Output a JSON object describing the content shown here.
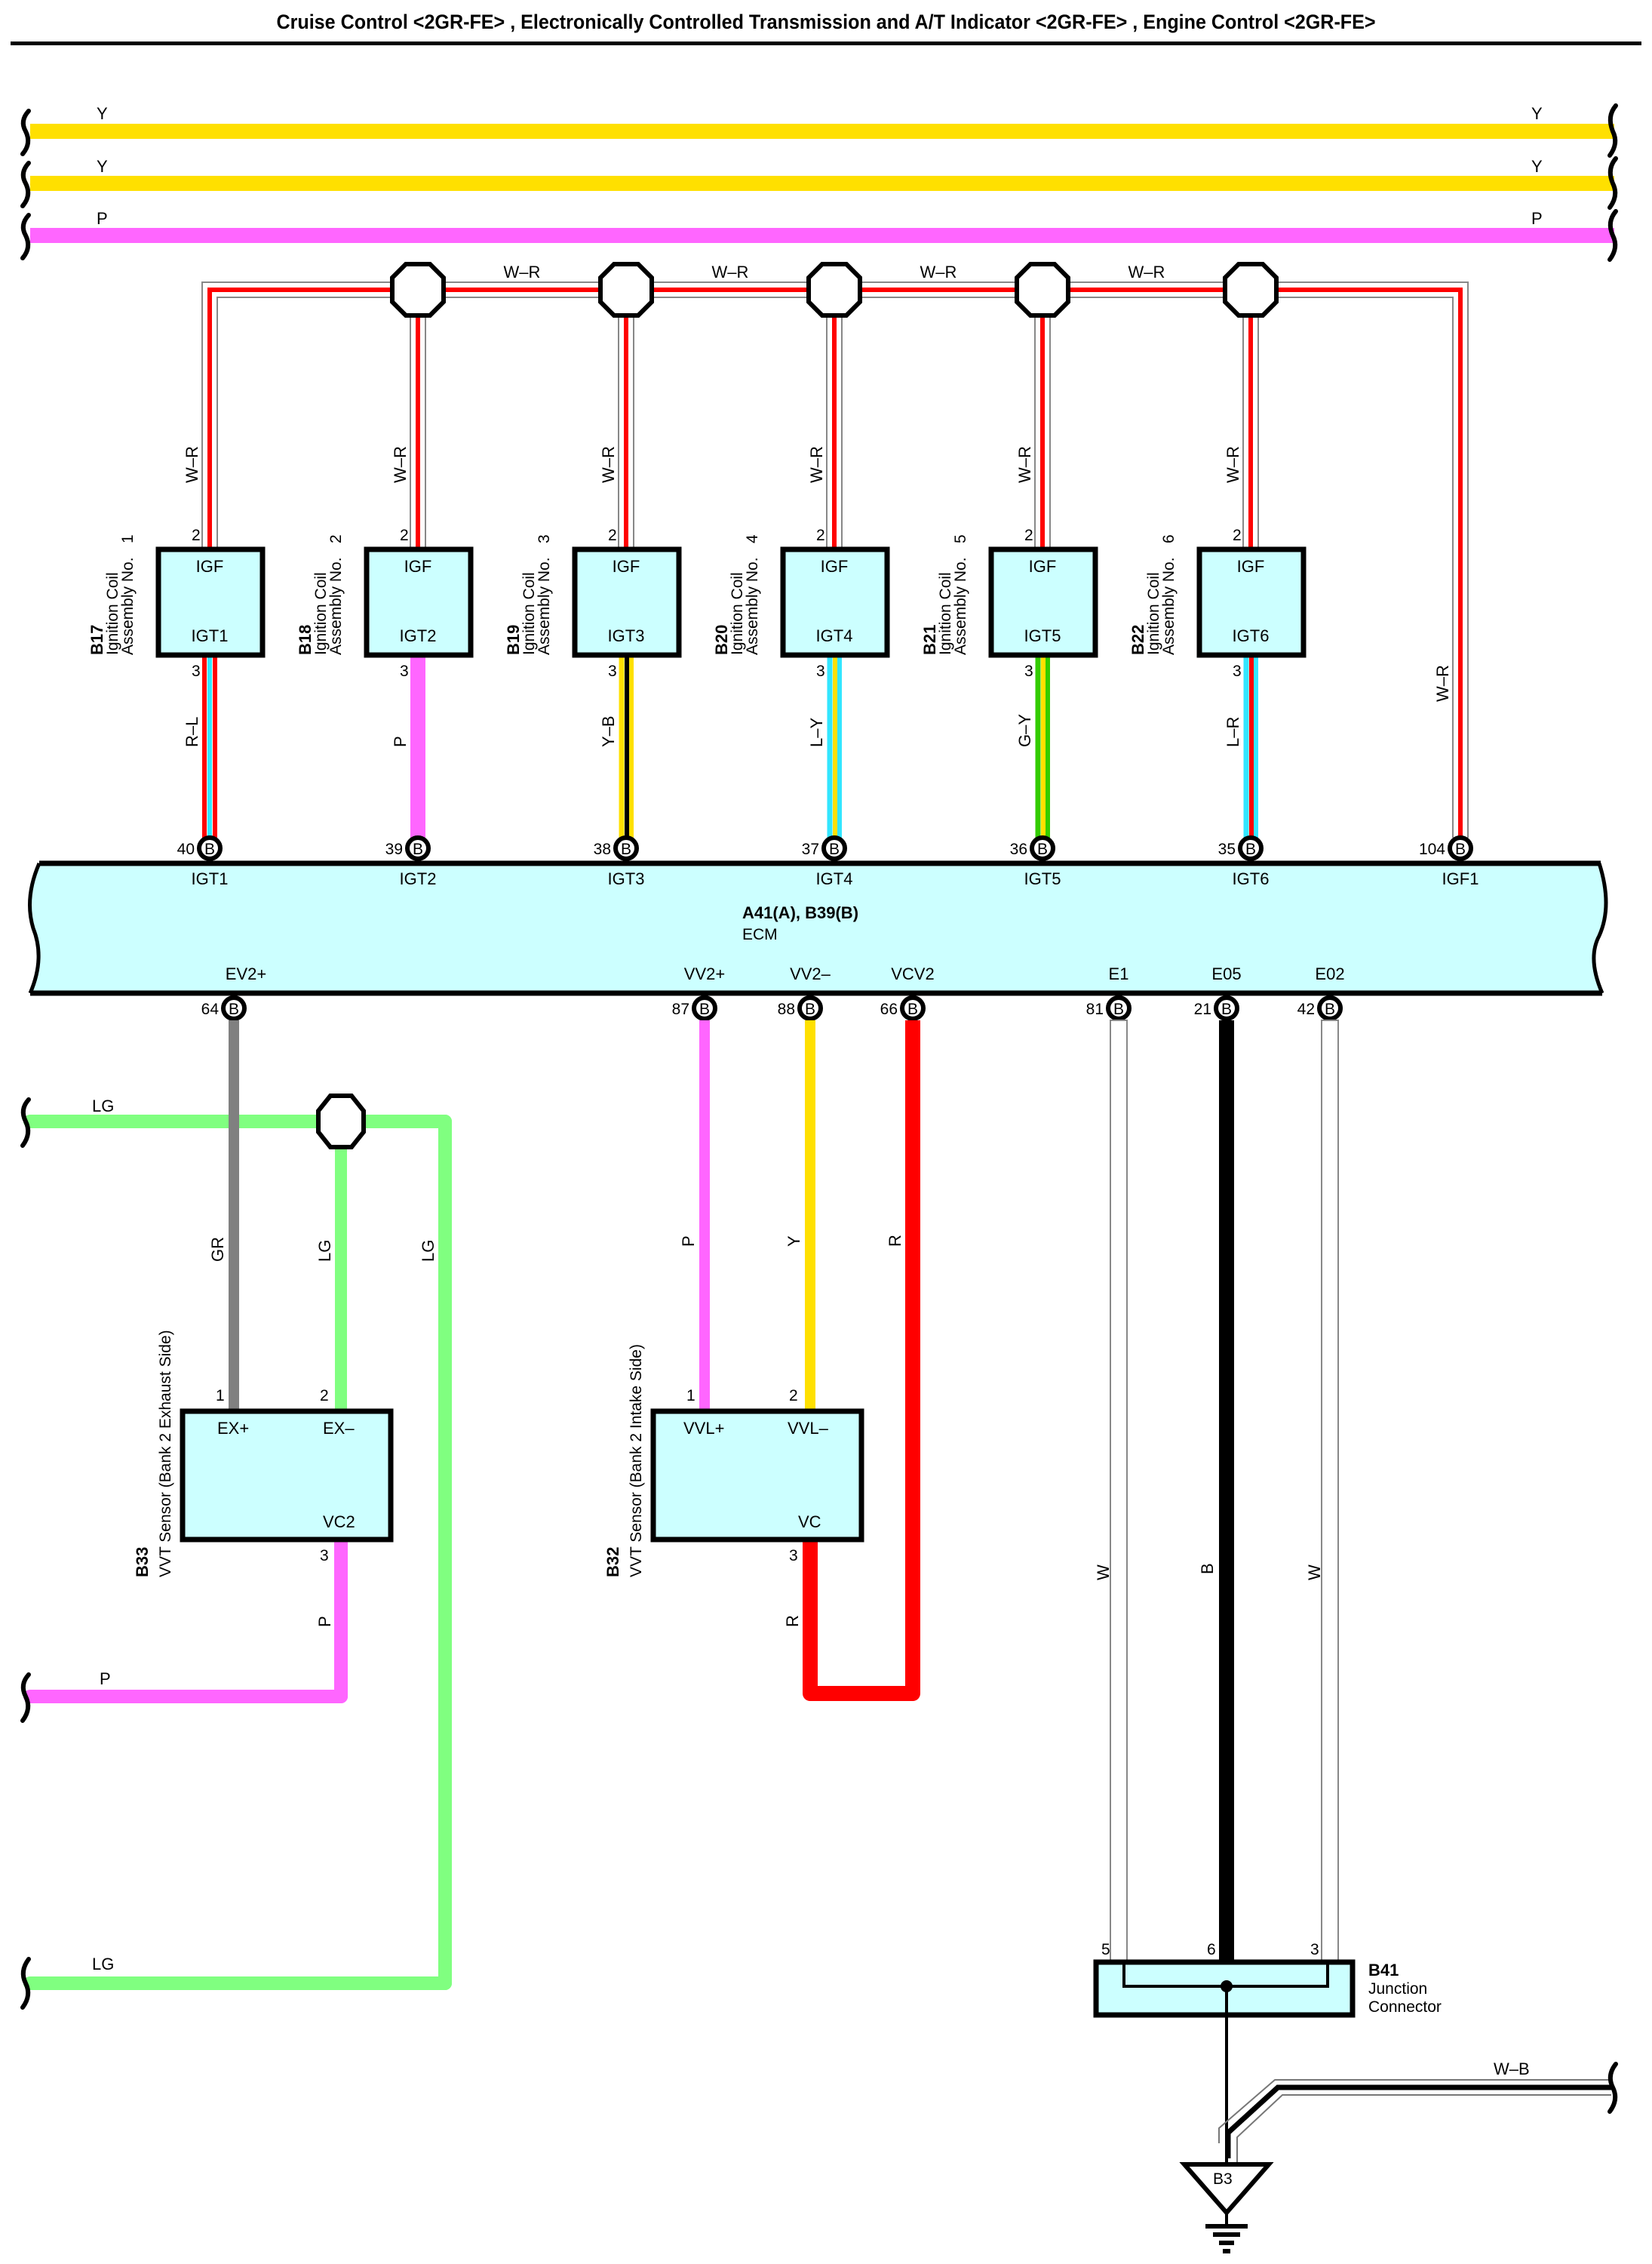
{
  "page": {
    "title": "Cruise Control <2GR-FE> , Electronically Controlled Transmission and A/T Indicator <2GR-FE> , Engine Control <2GR-FE>"
  },
  "colors": {
    "Y": "#ffe000",
    "P": "#ff66ff",
    "R": "#ff0000",
    "W": "#ffffff",
    "B": "#000000",
    "L": "#33e6ff",
    "G": "#33cc00",
    "LG": "#80ff80",
    "GR": "#808080",
    "component_fill": "#ccffff"
  },
  "bus_wires": [
    {
      "color_code": "Y",
      "label_left": "Y",
      "label_right": "Y"
    },
    {
      "color_code": "Y",
      "label_left": "Y",
      "label_right": "Y"
    },
    {
      "color_code": "P",
      "label_left": "P",
      "label_right": "P"
    }
  ],
  "igf_bus": {
    "segment_labels": [
      "W–R",
      "W–R",
      "W–R",
      "W–R"
    ],
    "return_label": "W–R"
  },
  "ignition_coils": [
    {
      "code": "B17",
      "name_line1": "Ignition Coil",
      "name_line2": "Assembly No.",
      "number": "1",
      "top_pin": "2",
      "top_wire": "W–R",
      "top_label": "IGF",
      "bottom_label": "IGT1",
      "bottom_pin": "3",
      "bottom_wire": "R–L",
      "ecm_pin": "40",
      "ecm_conn": "B",
      "ecm_terminal": "IGT1"
    },
    {
      "code": "B18",
      "name_line1": "Ignition Coil",
      "name_line2": "Assembly No.",
      "number": "2",
      "top_pin": "2",
      "top_wire": "W–R",
      "top_label": "IGF",
      "bottom_label": "IGT2",
      "bottom_pin": "3",
      "bottom_wire": "P",
      "ecm_pin": "39",
      "ecm_conn": "B",
      "ecm_terminal": "IGT2"
    },
    {
      "code": "B19",
      "name_line1": "Ignition Coil",
      "name_line2": "Assembly No.",
      "number": "3",
      "top_pin": "2",
      "top_wire": "W–R",
      "top_label": "IGF",
      "bottom_label": "IGT3",
      "bottom_pin": "3",
      "bottom_wire": "Y–B",
      "ecm_pin": "38",
      "ecm_conn": "B",
      "ecm_terminal": "IGT3"
    },
    {
      "code": "B20",
      "name_line1": "Ignition Coil",
      "name_line2": "Assembly No.",
      "number": "4",
      "top_pin": "2",
      "top_wire": "W–R",
      "top_label": "IGF",
      "bottom_label": "IGT4",
      "bottom_pin": "3",
      "bottom_wire": "L–Y",
      "ecm_pin": "37",
      "ecm_conn": "B",
      "ecm_terminal": "IGT4"
    },
    {
      "code": "B21",
      "name_line1": "Ignition Coil",
      "name_line2": "Assembly No.",
      "number": "5",
      "top_pin": "2",
      "top_wire": "W–R",
      "top_label": "IGF",
      "bottom_label": "IGT5",
      "bottom_pin": "3",
      "bottom_wire": "G–Y",
      "ecm_pin": "36",
      "ecm_conn": "B",
      "ecm_terminal": "IGT5"
    },
    {
      "code": "B22",
      "name_line1": "Ignition Coil",
      "name_line2": "Assembly No.",
      "number": "6",
      "top_pin": "2",
      "top_wire": "W–R",
      "top_label": "IGF",
      "bottom_label": "IGT6",
      "bottom_pin": "3",
      "bottom_wire": "L–R",
      "ecm_pin": "35",
      "ecm_conn": "B",
      "ecm_terminal": "IGT6"
    }
  ],
  "ecm": {
    "code": "A41(A), B39(B)",
    "name": "ECM",
    "igf_pin": {
      "pin": "104",
      "conn": "B",
      "terminal": "IGF1",
      "wire": "W–R"
    },
    "bottom_pins": [
      {
        "pin": "64",
        "conn": "B",
        "terminal": "EV2+",
        "wire": "GR"
      },
      {
        "pin": "87",
        "conn": "B",
        "terminal": "VV2+",
        "wire": "P"
      },
      {
        "pin": "88",
        "conn": "B",
        "terminal": "VV2–",
        "wire": "Y"
      },
      {
        "pin": "66",
        "conn": "B",
        "terminal": "VCV2",
        "wire": "R"
      },
      {
        "pin": "81",
        "conn": "B",
        "terminal": "E1",
        "wire": "W"
      },
      {
        "pin": "21",
        "conn": "B",
        "terminal": "E05",
        "wire": "B"
      },
      {
        "pin": "42",
        "conn": "B",
        "terminal": "E02",
        "wire": "W"
      }
    ]
  },
  "vvt_exhaust": {
    "code": "B33",
    "name": "VVT Sensor (Bank 2 Exhaust Side)",
    "pins": [
      {
        "pin": "1",
        "label": "EX+",
        "wire": "GR"
      },
      {
        "pin": "2",
        "label": "EX–",
        "wire": "LG"
      },
      {
        "pin": "3",
        "label": "VC2",
        "wire": "P"
      }
    ],
    "lg_in_label": "LG",
    "lg_branch_label": "LG",
    "lg_out_label": "LG",
    "p_out_label": "P"
  },
  "vvt_intake": {
    "code": "B32",
    "name": "VVT Sensor (Bank 2 Intake Side)",
    "pins": [
      {
        "pin": "1",
        "label": "VVL+",
        "wire": "P"
      },
      {
        "pin": "2",
        "label": "VVL–",
        "wire": "Y"
      },
      {
        "pin": "3",
        "label": "VC",
        "wire": "R"
      }
    ],
    "vcv2_wire": "R"
  },
  "ground_wires": [
    "W",
    "B",
    "W"
  ],
  "junction_connector": {
    "code": "B41",
    "name_line1": "Junction",
    "name_line2": "Connector",
    "pins": [
      "5",
      "6",
      "3"
    ]
  },
  "ground_point": {
    "code": "B3",
    "wire_out": "W–B"
  }
}
